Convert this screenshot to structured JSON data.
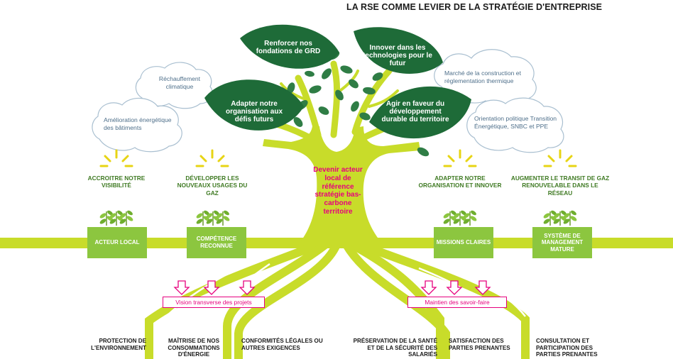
{
  "title": "LA RSE COMME LEVIER DE LA STRATÉGIE D'ENTREPRISE",
  "leaves": [
    "Renforcer nos fondations de GRD",
    "Innover dans les technologies pour le futur",
    "Adapter notre organisation aux défis futurs",
    "Agir en faveur du développement durable du territoire"
  ],
  "clouds": [
    "Réchauffement climatique",
    "Amélioration énergétique des bâtiments",
    "Marché de la construction et réglementation thermique",
    "Orientation politique Transition Énergétique, SNBC et PPE"
  ],
  "trunk_text": "Devenir acteur local de référence stratégie bas-carbone territoire",
  "goals": [
    "ACCROITRE NOTRE VISIBILITÉ",
    "DÉVELOPPER LES NOUVEAUX USAGES DU GAZ",
    "ADAPTER NOTRE ORGANISATION ET INNOVER",
    "AUGMENTER LE TRANSIT DE GAZ RENOUVELABLE DANS LE RÉSEAU"
  ],
  "boxes": [
    "ACTEUR LOCAL",
    "COMPÉTENCE RECONNUE",
    "MISSIONS CLAIRES",
    "SYSTÈME DE MANAGEMENT MATURE"
  ],
  "root_boxes": [
    "Vision transverse des projets",
    "Maintien des savoir-faire"
  ],
  "roots": [
    "PROTECTION DE L'ENVIRONNEMENT",
    "MAÎTRISE DE NOS CONSOMMATIONS D'ÉNERGIE",
    "CONFORMITÉS LÉGALES OU AUTRES EXIGENCES",
    "PRÉSERVATION DE LA SANTÉ ET DE LA SÉCURITÉ DES SALARIÉS",
    "SATISFACTION DES PARTIES PRENANTES",
    "CONSULTATION ET PARTICIPATION DES PARTIES PRENANTES"
  ],
  "colors": {
    "dark_green": "#1e6b38",
    "light_green": "#8cc63f",
    "lime": "#c8dc2a",
    "pink": "#e6007e",
    "cloud_text": "#4e6f8a"
  },
  "icons": [
    "sun-rays-icon",
    "sprout-icon",
    "arrow-down-icon"
  ]
}
